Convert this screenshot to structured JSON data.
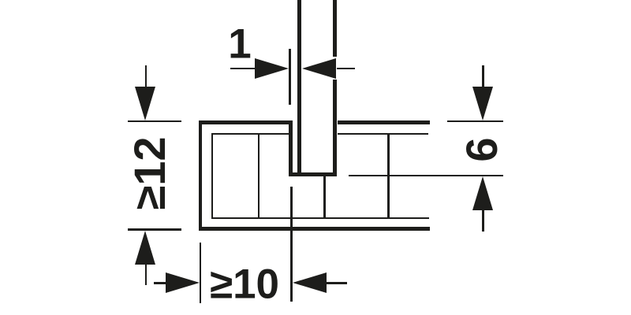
{
  "diagram": {
    "title": "groove-and-divider-panel-cross-section",
    "line_color": "#1d1d1b",
    "background": "#ffffff",
    "dimensions": {
      "panel_clearance": {
        "label": "1",
        "orientation": "horizontal"
      },
      "board_thickness": {
        "label": "≥12",
        "orientation": "vertical"
      },
      "groove_depth": {
        "label": "6",
        "orientation": "vertical"
      },
      "groove_edge_distance": {
        "label": "≥10",
        "orientation": "horizontal"
      }
    }
  }
}
